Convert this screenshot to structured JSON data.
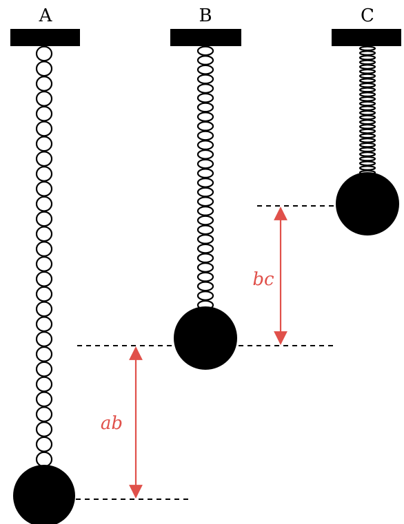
{
  "springs": [
    {
      "label": "A"
    },
    {
      "label": "B"
    },
    {
      "label": "C"
    }
  ],
  "distances": {
    "ab": "ab",
    "bc": "bc"
  },
  "colors": {
    "spring": "#000000",
    "mass": "#000000",
    "annotation": "#e0504a"
  }
}
